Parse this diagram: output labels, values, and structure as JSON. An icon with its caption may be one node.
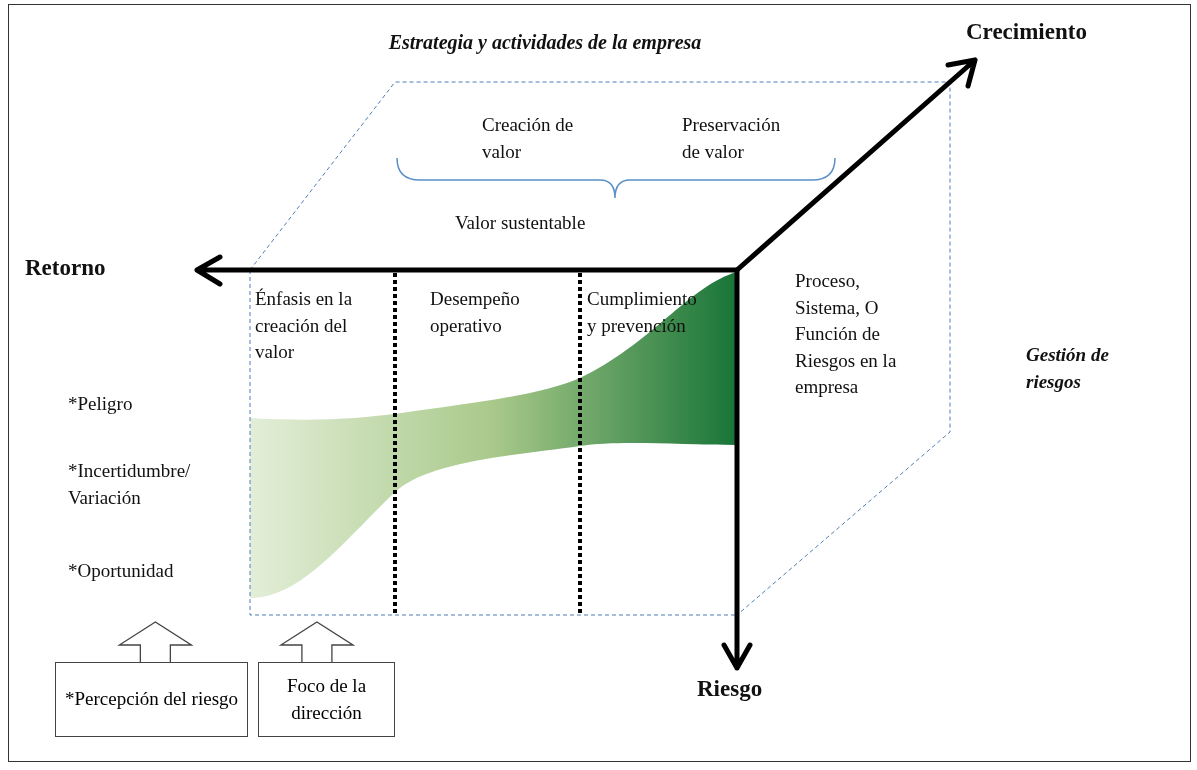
{
  "diagram": {
    "nodes": [
      {
        "text": [
          "*Percepción del riesgo"
        ]
      },
      {
        "text": [
          "Foco de la dirección"
        ]
      }
    ],
    "edges": [
      {
        "from": 0,
        "to": null,
        "arrow": "to"
      },
      {
        "from": 1,
        "to": null,
        "arrow": "to"
      }
    ],
    "labels": [
      "Estrategia y actividades de la empresa",
      "Crecimiento",
      "Creación de valor",
      "Preservación de valor",
      "Valor sustentable",
      "Retorno",
      "Énfasis en la creación del valor",
      "Desempeño operativo",
      "Cumplimiento y prevención",
      "Proceso, Sistema, O Función de Riesgos en la empresa",
      "Gestión de riesgos",
      "*Peligro",
      "*Incertidumbre/ Variación",
      "*Oportunidad",
      "Riesgo"
    ]
  }
}
